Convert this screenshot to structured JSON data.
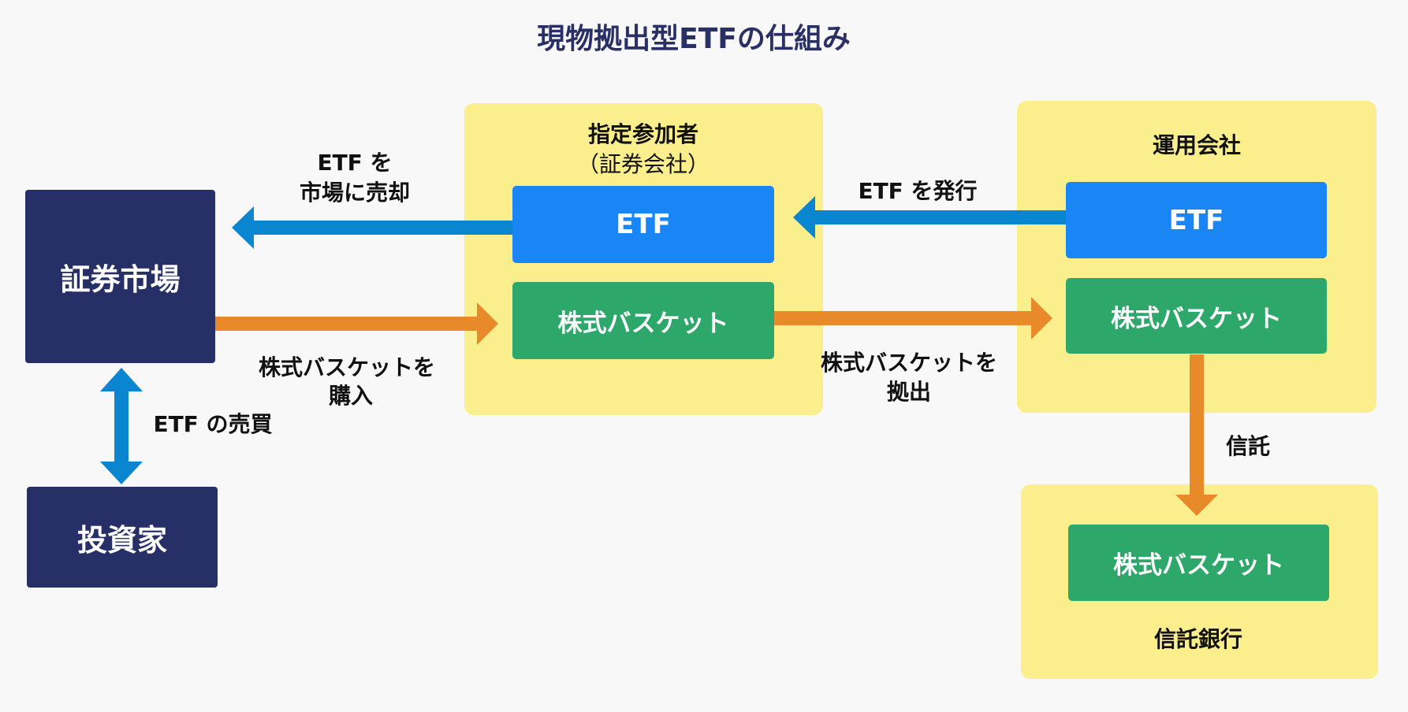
{
  "title": "現物拠出型ETFの仕組み",
  "nodes": {
    "market": "証券市場",
    "investor": "投資家",
    "participant_title": "指定参加者",
    "participant_sub": "（証券会社）",
    "participant_etf": "ETF",
    "participant_basket": "株式バスケット",
    "manager_title": "運用会社",
    "manager_etf": "ETF",
    "manager_basket": "株式バスケット",
    "bank_basket": "株式バスケット",
    "bank_title": "信託銀行"
  },
  "edges": {
    "sell_line1": "ETF を",
    "sell_line2": "市場に売却",
    "issue": "ETF を発行",
    "buy_line1": "株式バスケットを",
    "buy_line2": "購入",
    "contribute_line1": "株式バスケットを",
    "contribute_line2": "拠出",
    "trade": "ETF の売買",
    "trust": "信託"
  },
  "colors": {
    "navy": "#262f66",
    "etf_blue": "#1a86f5",
    "arrow_blue": "#0a85d0",
    "green": "#2ea86a",
    "orange": "#e88a2a",
    "yellow": "#fbef8d"
  }
}
